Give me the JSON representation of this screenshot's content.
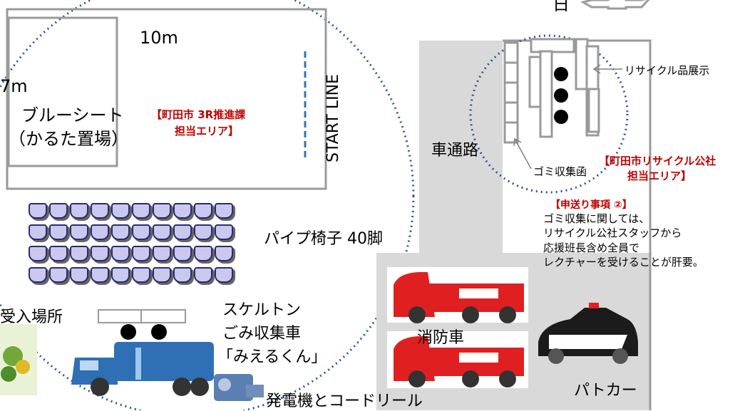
{
  "compass": {
    "label": "日"
  },
  "area": {
    "width_label": "10m",
    "height_label": "7m",
    "blue_sheet": {
      "line1": "ブルーシート",
      "line2": "（かるた置場）"
    },
    "machida_3r": {
      "line1": "【町田市 3R推進課",
      "line2": "担当エリア】"
    },
    "start_line": "START LINE"
  },
  "chairs": {
    "label": "パイプ椅子 40脚"
  },
  "reception": {
    "label": "受入場所"
  },
  "skeleton_truck": {
    "line1": "スケルトン",
    "line2": "ごみ収集車",
    "line3": "「みえるくん」"
  },
  "generator": {
    "label": "発電機とコードリール"
  },
  "road": {
    "label": "車通路"
  },
  "recycle": {
    "exhibit_label": "リサイクル品展示",
    "collection_label": "ゴミ収集函",
    "company": {
      "line1": "【町田市リサイクル公社",
      "line2": "担当エリア】"
    }
  },
  "note": {
    "title": "【申送り事項 ②】",
    "lines": [
      "ゴミ収集に関しては、",
      "リサイクル公社スタッフから",
      "応援班長含め全員で",
      "レクチャーを受けることが肝要。"
    ]
  },
  "fire_truck": {
    "label": "消防車"
  },
  "police_car": {
    "label": "パトカー"
  },
  "colors": {
    "outline_gray": "#9a9a9a",
    "road_gray": "#d9d9d9",
    "dotted_blue": "#2e5597",
    "chair_fill": "#c9c9ef",
    "chair_border": "#2b2b6e",
    "title_red": "#c00000",
    "fire_red": "#e02020"
  },
  "icons": [
    "compass-arrow-icon",
    "chair-row-icon",
    "garbage-truck-icon",
    "generator-icon",
    "fire-truck-icon",
    "police-car-icon",
    "plant-icon"
  ]
}
